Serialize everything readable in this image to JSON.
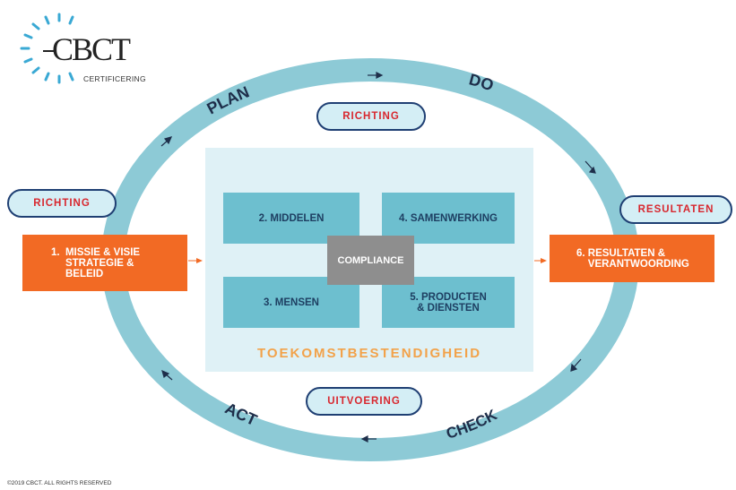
{
  "logo": {
    "name": "CBCT",
    "subtitle": "CERTIFICERING"
  },
  "cycle": {
    "plan": "PLAN",
    "do": "DO",
    "check": "CHECK",
    "act": "ACT"
  },
  "pills": {
    "richting_top": "RICHTING",
    "richting_left": "RICHTING",
    "resultaten_right": "RESULTATEN",
    "uitvoering_bottom": "UITVOERING"
  },
  "boxes": {
    "missie": "1.  MISSIE & VISIE\n     STRATEGIE &\n     BELEID",
    "middelen": "2. MIDDELEN",
    "mensen": "3. MENSEN",
    "samenwerking": "4. SAMENWERKING",
    "producten": "5. PRODUCTEN\n& DIENSTEN",
    "resultaten": "6. RESULTATEN &\n    VERANTWOORDING",
    "compliance": "COMPLIANCE"
  },
  "panel_title": "TOEKOMSTBESTENDIGHEID",
  "footer": "©2019 CBCT. ALL RIGHTS RESERVED",
  "colors": {
    "ring": "#8dcad6",
    "pill_bg": "#d4eef5",
    "pill_border": "#1f3f73",
    "pill_text": "#d8272e",
    "orange": "#f26a24",
    "cell": "#6dbfcf",
    "panel": "#dff1f6",
    "compliance": "#8e8e8e",
    "title": "#f2a24a"
  }
}
